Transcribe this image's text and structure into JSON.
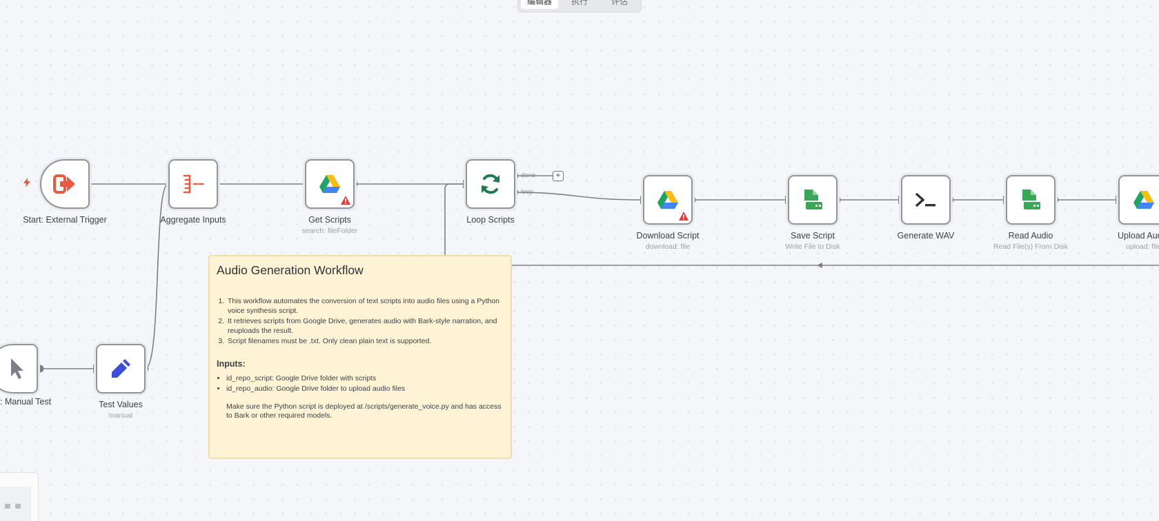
{
  "tabs": [
    {
      "label": "编辑器",
      "active": true
    },
    {
      "label": "执行",
      "active": false
    },
    {
      "label": "评估",
      "active": false
    }
  ],
  "nodes": {
    "start_trigger": {
      "label": "Start: External Trigger",
      "sub": ""
    },
    "aggregate": {
      "label": "Aggregate Inputs",
      "sub": ""
    },
    "get_scripts": {
      "label": "Get Scripts",
      "sub": "search: fileFolder"
    },
    "loop_scripts": {
      "label": "Loop Scripts",
      "sub": ""
    },
    "download_script": {
      "label": "Download Script",
      "sub": "download: file"
    },
    "save_script": {
      "label": "Save Script",
      "sub": "Write File to Disk"
    },
    "generate_wav": {
      "label": "Generate WAV",
      "sub": ""
    },
    "read_audio": {
      "label": "Read Audio",
      "sub": "Read File(s) From Disk"
    },
    "upload_audio": {
      "label": "Upload Aud",
      "sub": "upload: file"
    },
    "manual_test": {
      "label": ": Manual Test",
      "sub": ""
    },
    "test_values": {
      "label": "Test Values",
      "sub": "manual"
    }
  },
  "loop_ports": {
    "done": "done",
    "loop": "loop"
  },
  "sticky": {
    "title": "Audio Generation Workflow",
    "steps": [
      "This workflow automates the conversion of text scripts into audio files using a Python voice synthesis script.",
      "It retrieves scripts from Google Drive, generates audio with Bark-style narration, and reuploads the result.",
      "Script filenames must be .txt. Only clean plain text is supported."
    ],
    "inputs_title": "Inputs:",
    "inputs": [
      "id_repo_script: Google Drive folder with scripts",
      "id_repo_audio: Google Drive folder to upload audio files"
    ],
    "note": "Make sure the Python script is deployed at /scripts/generate_voice.py and has access to Bark or other required models."
  },
  "colors": {
    "canvas": "#f5f6f9",
    "edge": "#7b7f87",
    "trigger": "#ea5a42",
    "aggregate": "#ea5a42",
    "loop": "#1e7a4f",
    "file": "#3aa657",
    "pen": "#3b4fd6",
    "warning": "#e53935",
    "sticky": "#fff3d6"
  }
}
